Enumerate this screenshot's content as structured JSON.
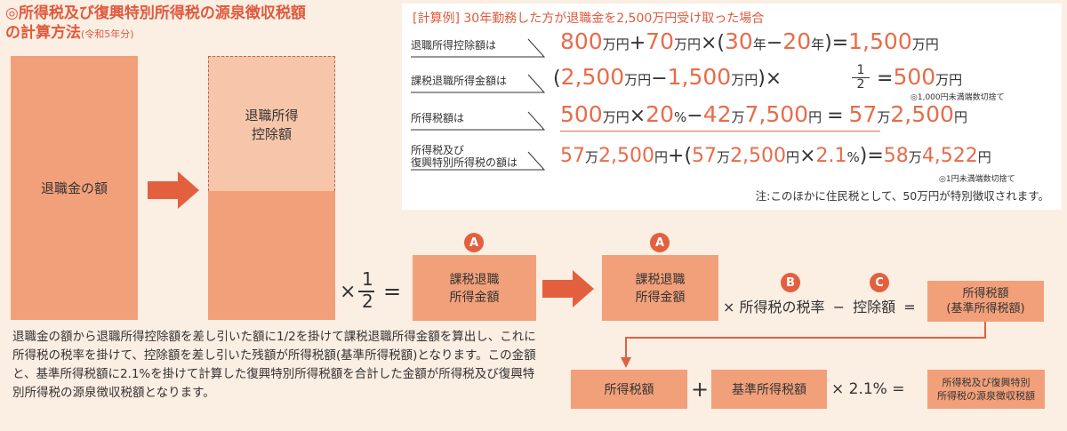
{
  "title": {
    "line1": "◎所得税及び復興特別所得税の源泉徴収税額",
    "line2": "の計算方法",
    "sub": "(令和5年分)"
  },
  "flow": {
    "retirement_amount": "退職金の額",
    "deduction_line1": "退職所得",
    "deduction_line2": "控除額",
    "times": "×",
    "half_num": "1",
    "half_den": "2",
    "equals": "=",
    "badge_a": "A",
    "badge_b": "B",
    "badge_c": "C",
    "taxable_line1": "課税退職",
    "taxable_line2": "所得金額",
    "rate_text": "× 所得税の税率",
    "minus": "−",
    "deduct_text": "控除額",
    "eq2": "=",
    "base_tax_line1": "所得税額",
    "base_tax_line2": "(基準所得税額)",
    "income_tax": "所得税額",
    "plus": "+",
    "base_tax": "基準所得税額",
    "times_rate": "× 2.1% =",
    "final_line1": "所得税及び復興特別",
    "final_line2": "所得税の源泉徴収税額"
  },
  "description": "退職金の額から退職所得控除額を差し引いた額に1/2を掛けて課税退職所得金額を算出し、これに所得税の税率を掛けて、控除額を差し引いた残額が所得税額(基準所得税額)となります。この金額と、基準所得税額に2.1%を掛けて計算した復興特別所得税額を合計した金額が所得税及び復興特別所得税の源泉徴収税額となります。",
  "example": {
    "heading": "[計算例] 30年勤務した方が退職金を2,500万円受け取った場合",
    "rows": [
      {
        "label": "退職所得控除額は",
        "parts": [
          "800",
          "万円",
          "+",
          "70",
          "万円",
          "×(",
          "30",
          "年",
          "−",
          "20",
          "年",
          ")=",
          "1,500",
          "万円"
        ]
      },
      {
        "label": "課税退職所得金額は",
        "parts": [
          "(",
          "2,500",
          "万円",
          "−",
          "1,500",
          "万円",
          ")×",
          "1",
          "2",
          "=",
          "500",
          "万円"
        ],
        "note": "◎1,000円未満端数切捨て"
      },
      {
        "label": "所得税額は",
        "parts": [
          "500",
          "万円",
          "×",
          "20",
          "%",
          "−",
          "42",
          "万",
          "7,500",
          "円",
          "=",
          "57",
          "万",
          "2,500",
          "円"
        ]
      },
      {
        "label_line1": "所得税及び",
        "label_line2": "復興特別所得税の額は",
        "parts": [
          "57",
          "万",
          "2,500",
          "円",
          "+(",
          "57",
          "万",
          "2,500",
          "円",
          "×",
          "2.1",
          "%",
          ")=",
          "58",
          "万",
          "4,522",
          "円"
        ],
        "note": "◎1円未満端数切捨て"
      }
    ],
    "footnote": "注:このほかに住民税として、50万円が特別徴収されます。"
  },
  "colors": {
    "accent": "#e05a3c",
    "box": "#f2a07a",
    "box_light": "#f7c6aa",
    "background": "#fbeee3"
  }
}
